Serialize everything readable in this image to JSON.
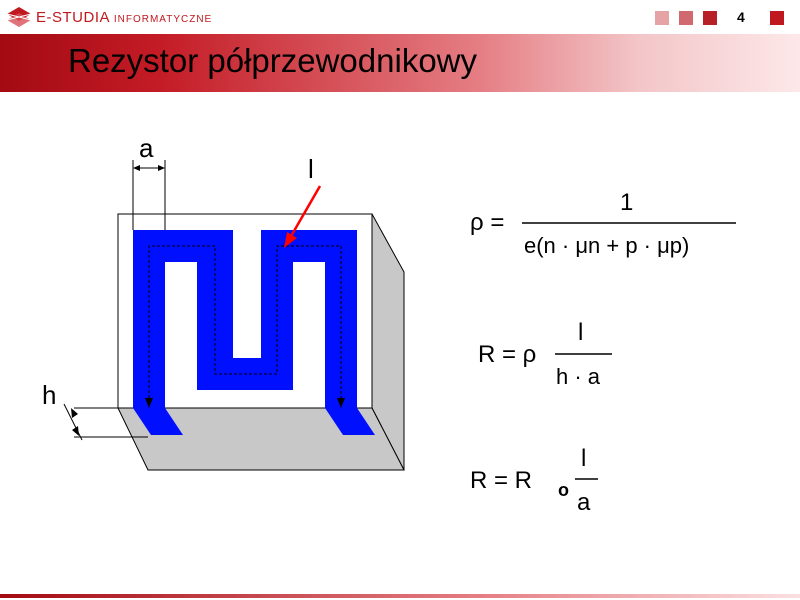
{
  "header": {
    "brand": "E-STUDIA",
    "brand_suffix": "INFORMATYCZNE",
    "page_number": "4",
    "square_colors": [
      "#e6a3a6",
      "#d06a70",
      "#b82028",
      "#c0181f"
    ]
  },
  "slide": {
    "title": "Rezystor półprzewodnikowy"
  },
  "diagram": {
    "label_a": "a",
    "label_l": "l",
    "label_h": "h",
    "substrate_color": "#c8c8c8",
    "conductor_color": "#0010ff",
    "arrow_color": "#ff0000"
  },
  "formulas": {
    "rho_lhs": "ρ =",
    "rho_num": "1",
    "rho_den": "e(n · μn + p · μp)",
    "r1_lhs": "R = ρ",
    "r1_num": "l",
    "r1_den": "h · a",
    "r2_lhs": "R = R",
    "r2_sub": "o",
    "r2_num": "l",
    "r2_den": "a"
  }
}
